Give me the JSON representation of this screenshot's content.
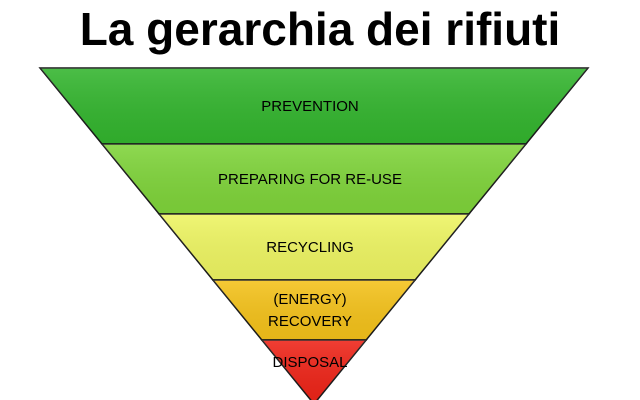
{
  "title": "La gerarchia dei rifiuti",
  "levels": [
    {
      "id": "prevention",
      "lines": [
        "PREVENTION"
      ],
      "color": "#33b52e"
    },
    {
      "id": "preparing-for-re-use",
      "lines": [
        "PREPARING FOR RE-USE"
      ],
      "color": "#7fd43a"
    },
    {
      "id": "recycling",
      "lines": [
        "RECYCLING"
      ],
      "color": "#eef562"
    },
    {
      "id": "recovery",
      "lines": [
        "(ENERGY)",
        "RECOVERY"
      ],
      "color": "#f4c21a"
    },
    {
      "id": "disposal",
      "lines": [
        "DISPOSAL"
      ],
      "color": "#ee2418"
    }
  ]
}
